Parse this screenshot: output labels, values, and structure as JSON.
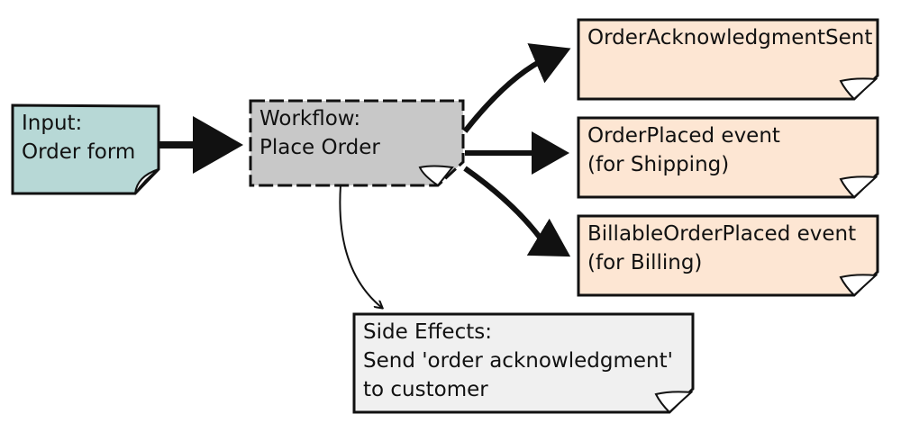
{
  "colors": {
    "input_fill": "#b7d8d6",
    "workflow_fill": "#c8c8c8",
    "event_fill": "#fde6d3",
    "side_fill": "#f0f0f0",
    "stroke": "#111111"
  },
  "nodes": {
    "input": {
      "line1": "Input:",
      "line2": "Order form"
    },
    "workflow": {
      "line1": "Workflow:",
      "line2": "Place Order"
    },
    "ack": {
      "line1": "OrderAcknowledgmentSent"
    },
    "placed": {
      "line1": "OrderPlaced event",
      "line2": "(for Shipping)"
    },
    "billable": {
      "line1": "BillableOrderPlaced event",
      "line2": "(for Billing)"
    },
    "side": {
      "line1": "Side Effects:",
      "line2": "Send 'order acknowledgment'",
      "line3": "to customer"
    }
  }
}
